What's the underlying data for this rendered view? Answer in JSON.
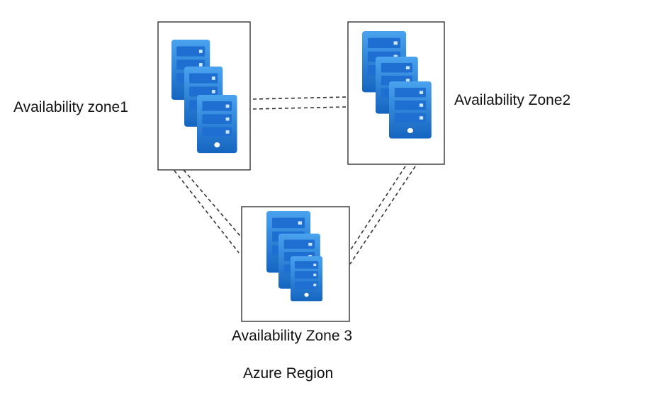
{
  "zones": [
    {
      "id": "zone1",
      "label": "Availability zone1"
    },
    {
      "id": "zone2",
      "label": "Availability Zone2"
    },
    {
      "id": "zone3",
      "label": "Availability Zone 3"
    }
  ],
  "region": {
    "label": "Azure Region"
  },
  "icons": {
    "server": "server-stack-icon"
  },
  "colors": {
    "server_light": "#4aa3ee",
    "server_dark": "#1565c0",
    "server_slot": "#1e6fd1",
    "box_border": "#222222",
    "connector": "#333333"
  }
}
